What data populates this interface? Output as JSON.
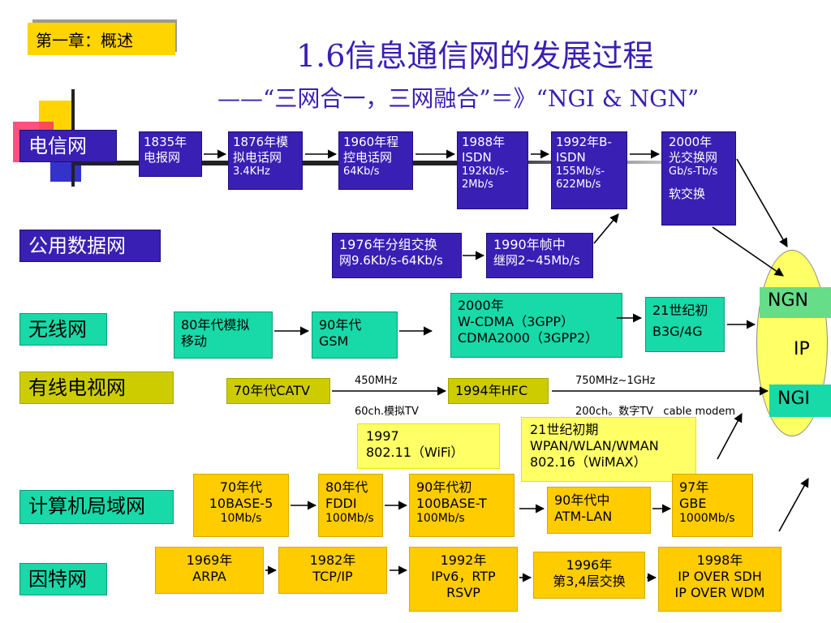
{
  "chapter": "第一章：概述",
  "title": "1.6信息通信网的发展过程",
  "subtitle": "——“三网合一，三网融合”＝》“NGI & NGN”",
  "categories": {
    "telecom": "电信网",
    "public_data": "公用数据网",
    "wireless": "无线网",
    "cable_tv": "有线电视网",
    "lan": "计算机局域网",
    "internet": "因特网"
  },
  "telecom_boxes": [
    [
      "1835年",
      "电报网"
    ],
    [
      "1876年模",
      "拟电话网",
      "3.4KHz"
    ],
    [
      "1960年程",
      "控电话网",
      "64Kb/s"
    ],
    [
      "1988年",
      "ISDN",
      "192Kb/s-",
      "2Mb/s"
    ],
    [
      "1992年B-",
      "ISDN",
      "155Mb/s-",
      "622Mb/s"
    ],
    [
      "2000年",
      "光交换网",
      "Gb/s-Tb/s",
      "",
      "软交换"
    ]
  ],
  "public_data_boxes": [
    [
      "1976年分组交换",
      "网9.6Kb/s-64Kb/s"
    ],
    [
      "1990年帧中",
      "继网2~45Mb/s"
    ]
  ],
  "wireless_boxes": [
    [
      "80年代模拟",
      "移动"
    ],
    [
      "90年代",
      "GSM"
    ],
    [
      "2000年",
      "W-CDMA（3GPP）",
      "CDMA2000（3GPP2）"
    ],
    [
      "21世纪初",
      "B3G/4G"
    ]
  ],
  "cable_boxes": [
    "70年代CATV",
    "1994年HFC"
  ],
  "cable_labels": {
    "a_top": "450MHz",
    "a_bottom": "60ch.模拟TV",
    "b_top": "750MHz~1GHz",
    "b_bottom": "200ch。数字TV   cable modem"
  },
  "wifi_box": [
    "1997",
    "802.11（WiFi）"
  ],
  "wpan_box": [
    "21世纪初期",
    "WPAN/WLAN/WMAN",
    "802.16（WiMAX）"
  ],
  "lan_boxes": [
    [
      "70年代",
      "10BASE-5",
      "10Mb/s"
    ],
    [
      "80年代",
      "FDDI",
      "100Mb/s"
    ],
    [
      "90年代初",
      " 100BASE-T",
      "100Mb/s"
    ],
    [
      "90年代中",
      "ATM-LAN"
    ],
    [
      "97年",
      "GBE",
      "1000Mb/s"
    ]
  ],
  "internet_boxes": [
    [
      "1969年",
      "ARPA"
    ],
    [
      "1982年",
      "TCP/IP"
    ],
    [
      "1992年",
      "IPv6，RTP",
      "RSVP"
    ],
    [
      "1996年",
      "第3,4层交换"
    ],
    [
      "1998年",
      "IP OVER SDH",
      "IP OVER WDM"
    ]
  ],
  "ellipse": {
    "ngn": "NGN",
    "ip": "IP",
    "ngi": "NGI"
  }
}
